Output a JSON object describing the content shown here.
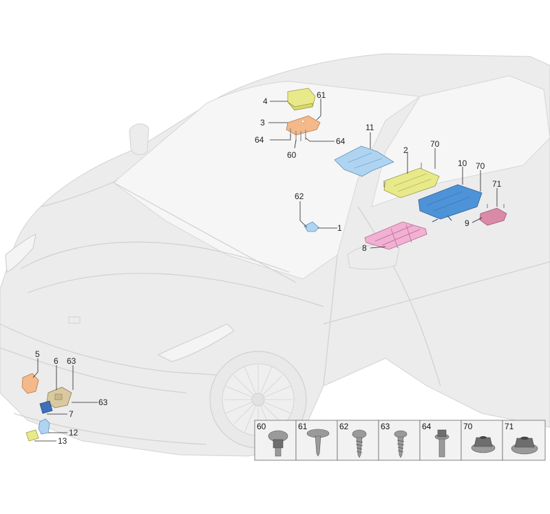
{
  "diagram": {
    "part_callouts": [
      "1",
      "2",
      "3",
      "4",
      "5",
      "6",
      "7",
      "8",
      "9",
      "10",
      "11",
      "12",
      "13"
    ],
    "fastener_callouts": [
      "60",
      "61",
      "62",
      "63",
      "64",
      "70",
      "71"
    ],
    "labels": {
      "c4": "4",
      "c61a": "61",
      "c3": "3",
      "c64a": "64",
      "c60a": "60",
      "c64b": "64",
      "c11": "11",
      "c2": "2",
      "c70a": "70",
      "c10": "10",
      "c70b": "70",
      "c71": "71",
      "c62": "62",
      "c1": "1",
      "c9": "9",
      "c8": "8",
      "c5": "5",
      "c6": "6",
      "c63a": "63",
      "c63b": "63",
      "c7": "7",
      "c12": "12",
      "c13": "13"
    },
    "legend": [
      {
        "number": "60",
        "icon": "flanged-bolt-icon"
      },
      {
        "number": "61",
        "icon": "trim-clip-screw-icon"
      },
      {
        "number": "62",
        "icon": "pan-head-tapping-screw-icon"
      },
      {
        "number": "63",
        "icon": "tapping-screw-icon"
      },
      {
        "number": "64",
        "icon": "hex-flange-bolt-icon"
      },
      {
        "number": "70",
        "icon": "flanged-hex-nut-icon"
      },
      {
        "number": "71",
        "icon": "serrated-flange-nut-icon"
      }
    ],
    "colors": {
      "yellow_part": "#e8ea8a",
      "orange_part": "#f3b98a",
      "light_blue_part": "#aed4f2",
      "blue_part": "#4e93d8",
      "pink_part": "#f2b0d2",
      "mauve_part": "#d98aa6",
      "tan_part": "#d9c9a0",
      "navy_part": "#3f6fb8",
      "car_ghost": "#ececec"
    }
  }
}
